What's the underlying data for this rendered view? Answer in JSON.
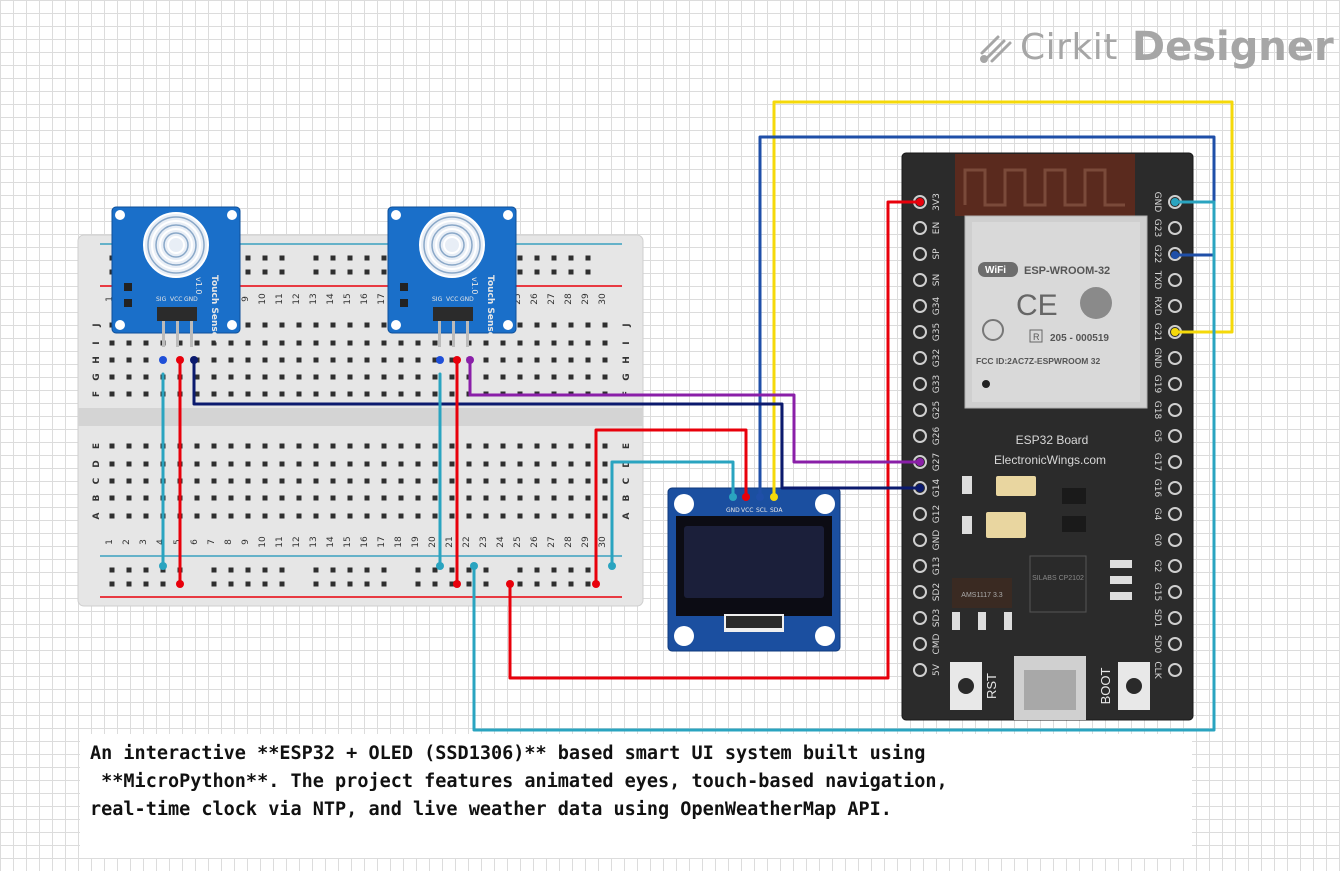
{
  "brand": {
    "name_light": "Cirkit",
    "name_bold": "Designer"
  },
  "description": "An interactive **ESP32 + OLED (SSD1306)** based smart UI system built using\n **MicroPython**. The project features animated eyes, touch-based navigation,\nreal-time clock via NTP, and live weather data using OpenWeatherMap API.",
  "breadboard": {
    "rows_top": [
      "J",
      "I",
      "H",
      "G",
      "F"
    ],
    "rows_bottom": [
      "E",
      "D",
      "C",
      "B",
      "A"
    ],
    "columns": [
      "1",
      "2",
      "3",
      "4",
      "5",
      "6",
      "7",
      "8",
      "9",
      "10",
      "11",
      "12",
      "13",
      "14",
      "15",
      "16",
      "17",
      "18",
      "19",
      "20",
      "21",
      "22",
      "23",
      "24",
      "25",
      "26",
      "27",
      "28",
      "29",
      "30"
    ]
  },
  "touch_sensor": {
    "label": "Touch Sensor",
    "version": "v1.0",
    "pins": [
      "SIG",
      "VCC",
      "GND"
    ]
  },
  "oled": {
    "pins": [
      "GND",
      "VCC",
      "SCL",
      "SDA"
    ]
  },
  "esp32": {
    "board_label": "ESP32 Board",
    "site": "ElectronicWings.com",
    "module": "ESP-WROOM-32",
    "wifi": "WiFi",
    "cert": "205 - 000519",
    "fcc": "FCC ID:2AC7Z-ESPWROOM 32",
    "r_mark": "R",
    "regulator": "AMS1117 3.3",
    "usb_chip": "SILABS CP2102",
    "rst_label": "RST",
    "boot_label": "BOOT",
    "left_pins": [
      "3V3",
      "EN",
      "SP",
      "SN",
      "G34",
      "G35",
      "G32",
      "G33",
      "G25",
      "G26",
      "G27",
      "G14",
      "G12",
      "GND",
      "G13",
      "SD2",
      "SD3",
      "CMD",
      "5V"
    ],
    "right_pins": [
      "GND",
      "G23",
      "G22",
      "TXD",
      "RXD",
      "G21",
      "GND",
      "G19",
      "G18",
      "G5",
      "G17",
      "G16",
      "G4",
      "G0",
      "G2",
      "G15",
      "SD1",
      "SD0",
      "CLK"
    ]
  },
  "wire_colors": {
    "red": "#e8000b",
    "blue": "#1f4fa8",
    "yellow": "#f5d90a",
    "teal": "#2aa4c0",
    "navy": "#0b1a6e",
    "purple": "#8a1fa8"
  }
}
